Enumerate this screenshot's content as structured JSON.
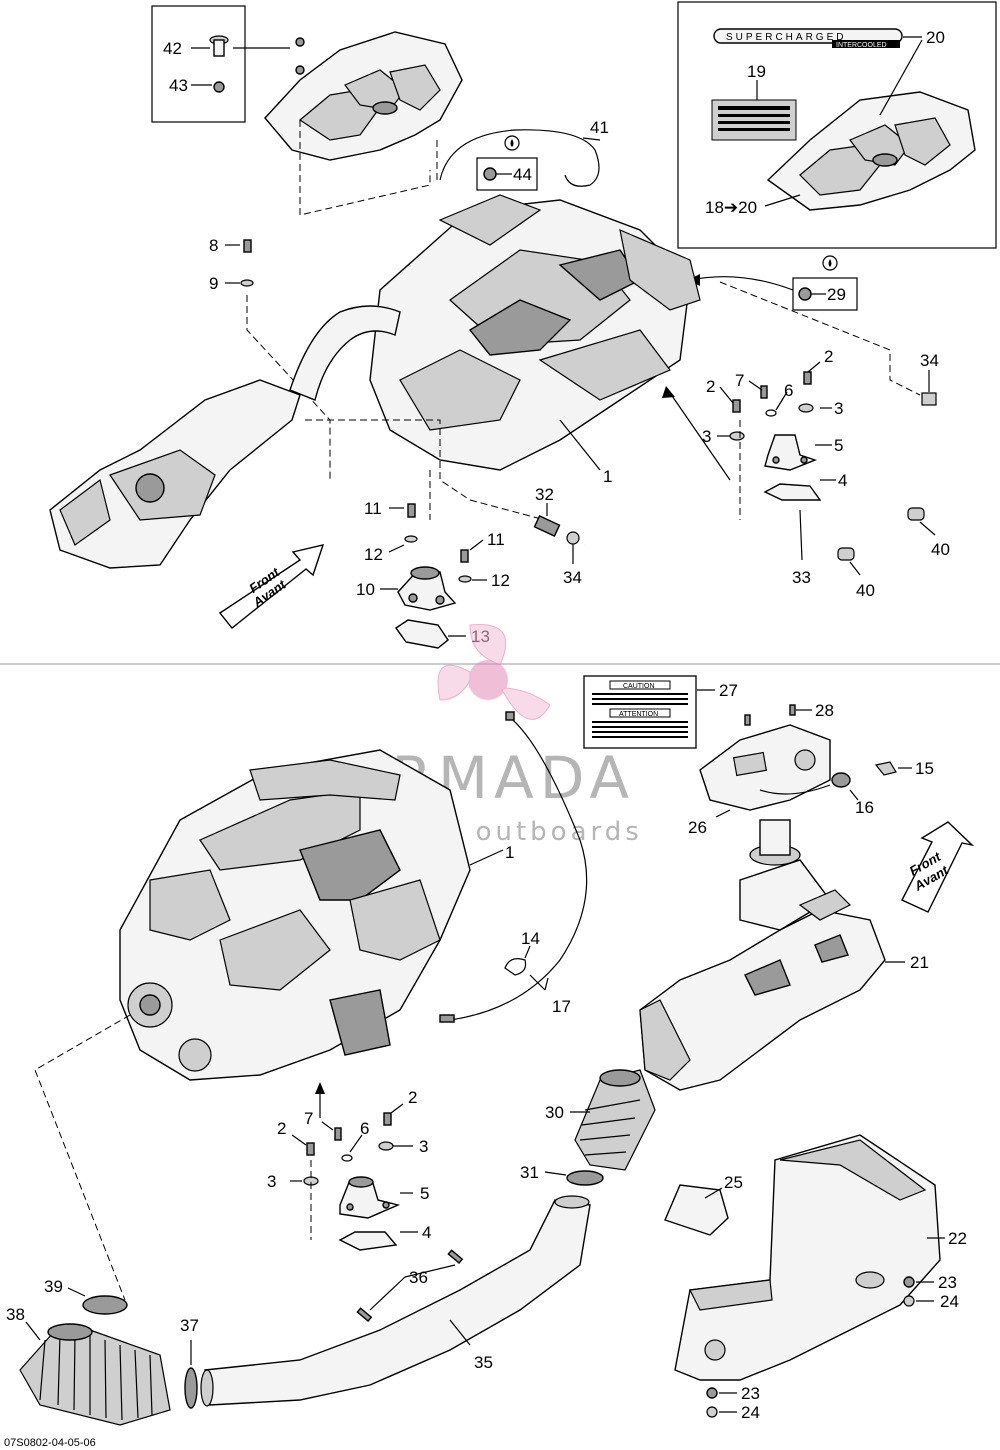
{
  "diagram_code": "07S0802-04-05-06",
  "watermark": {
    "brand": "ARMADA",
    "tagline": "online outboards"
  },
  "front_label": {
    "line1": "Front",
    "line2": "Avant"
  },
  "decal_text": {
    "supercharged": "SUPERCHARGED",
    "intercooled": "INTERCOOLED",
    "caution": "CAUTION",
    "attention": "ATTENTION"
  },
  "callouts": {
    "c1a": "1",
    "c2a": "2",
    "c2b": "2",
    "c3a": "3",
    "c3b": "3",
    "c4a": "4",
    "c5a": "5",
    "c6a": "6",
    "c7a": "7",
    "c8": "8",
    "c9": "9",
    "c10": "10",
    "c11a": "11",
    "c11b": "11",
    "c12a": "12",
    "c12b": "12",
    "c13": "13",
    "c18_20": "18➔20",
    "c19": "19",
    "c20": "20",
    "c29": "29",
    "c32": "32",
    "c33": "33",
    "c34a": "34",
    "c34b": "34",
    "c40a": "40",
    "c40b": "40",
    "c41": "41",
    "c42": "42",
    "c43": "43",
    "c44": "44",
    "c1b": "1",
    "c2c": "2",
    "c2d": "2",
    "c3c": "3",
    "c3d": "3",
    "c4b": "4",
    "c5b": "5",
    "c6b": "6",
    "c7b": "7",
    "c14": "14",
    "c15": "15",
    "c16": "16",
    "c17": "17",
    "c21": "21",
    "c22": "22",
    "c23a": "23",
    "c23b": "23",
    "c24a": "24",
    "c24b": "24",
    "c25": "25",
    "c26": "26",
    "c27": "27",
    "c28": "28",
    "c30": "30",
    "c31": "31",
    "c35": "35",
    "c36": "36",
    "c37": "37",
    "c38": "38",
    "c39": "39"
  }
}
